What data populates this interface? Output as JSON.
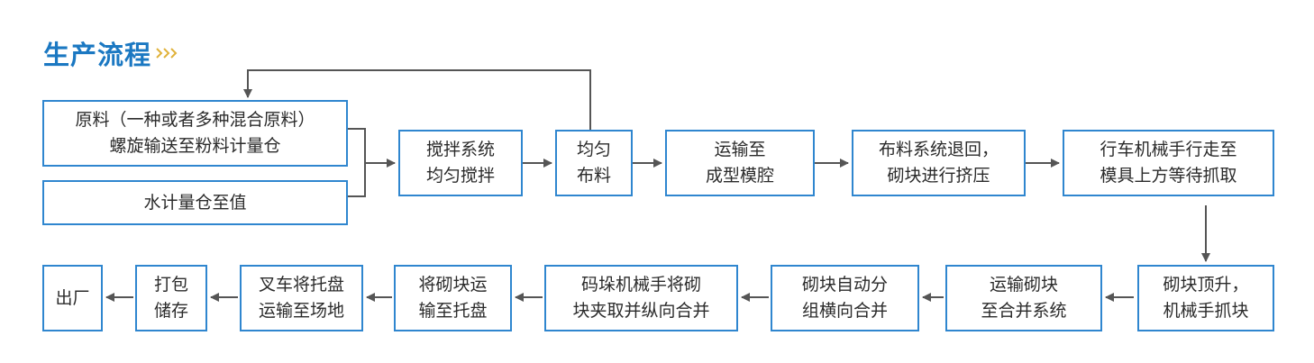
{
  "title": "生产流程",
  "colors": {
    "title": "#1b78c2",
    "chevron": "#e0b23b",
    "box_border": "#2f86cf",
    "connector": "#555555",
    "text": "#2b2b2b"
  },
  "icons": {
    "title_decoration": "double-chevron-right-icon"
  },
  "nodes": {
    "raw": "原料（一种或者多种混合原料）\n螺旋输送至粉料计量仓",
    "water": "水计量仓至值",
    "mix": "搅拌系统\n均匀搅拌",
    "spread": "均匀\n布料",
    "mold": "运输至\n成型模腔",
    "press": "布料系统退回，\n砌块进行挤压",
    "crane": "行车机械手行走至\n模具上方等待抓取",
    "lift": "砌块顶升，\n机械手抓块",
    "merge": "运输砌块\n至合并系统",
    "split": "砌块自动分\n组横向合并",
    "stack": "码垛机械手将砌\n块夹取并纵向合并",
    "pallet": "将砌块运\n输至托盘",
    "forklift": "叉车将托盘\n运输至场地",
    "pack": "打包\n储存",
    "exit": "出厂"
  }
}
